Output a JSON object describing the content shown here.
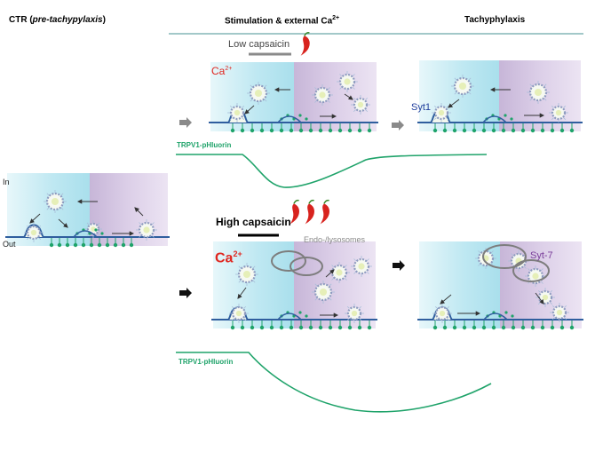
{
  "headers": {
    "ctr_prefix": "CTR (",
    "ctr_italic": "pre-tachypylaxis",
    "ctr_suffix": ")",
    "stimulation": "Stimulation & external Ca",
    "stimulation_sup": "2+",
    "tachyphylaxis": "Tachyphylaxis"
  },
  "labels": {
    "low_capsaicin": "Low capsaicin",
    "high_capsaicin": "High capsaicin",
    "ca_top": "Ca",
    "ca_top_sup": "2+",
    "ca_bottom": "Ca",
    "ca_bottom_sup": "2+",
    "syt1": "Syt1",
    "syt7": "Syt-7",
    "endo_lysosomes": "Endo-/lysosomes",
    "in": "In",
    "out": "Out",
    "trace_top": "TRPV1-pHluorin",
    "trace_bottom": "TRPV1-pHluorin"
  },
  "colors": {
    "cyan_fill": "#cfeef5",
    "purple_fill": "#d9cbe4",
    "membrane": "#2f5e9e",
    "vesicle": "#8f9cc0",
    "trace_green": "#1fa36a",
    "ca_red": "#e0261f",
    "syt1_blue": "#1f3e9c",
    "syt7_purple": "#7a3e9a",
    "divider": "#6aa7a9",
    "arrow_gray": "#8a8a8a",
    "arrow_black": "#111111",
    "pepper_red": "#d8231e"
  }
}
